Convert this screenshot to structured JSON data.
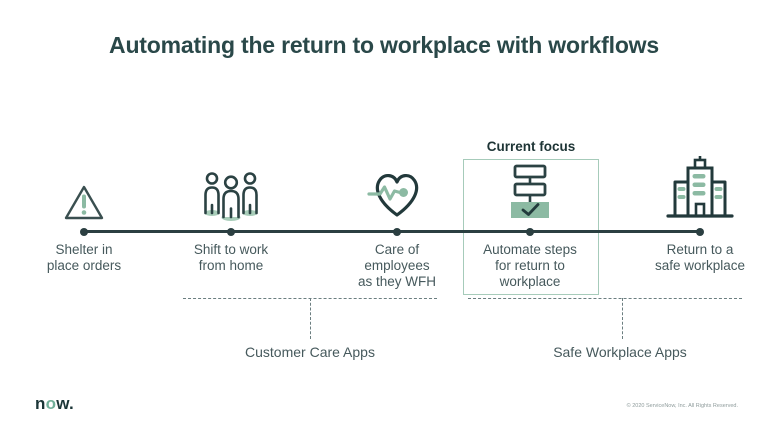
{
  "title": "Automating the return to workplace with workflows",
  "current_focus": {
    "label": "Current focus"
  },
  "timeline": {
    "nodes": [
      {
        "id": "shelter-in-place-orders",
        "icon": "warning-triangle-icon",
        "label": "Shelter in\nplace orders"
      },
      {
        "id": "shift-to-work-from-home",
        "icon": "people-group-icon",
        "label": "Shift to work\nfrom home"
      },
      {
        "id": "care-of-employees-wfh",
        "icon": "heart-pulse-icon",
        "label": "Care of\nemployees\nas they WFH"
      },
      {
        "id": "automate-return-steps",
        "icon": "workflow-check-icon",
        "label": "Automate steps\nfor return to\nworkplace",
        "highlighted": true
      },
      {
        "id": "return-safe-workplace",
        "icon": "building-icon",
        "label": "Return to a\nsafe workplace"
      }
    ]
  },
  "groups": [
    {
      "label": "Customer Care Apps"
    },
    {
      "label": "Safe Workplace Apps"
    }
  ],
  "footer": {
    "logo": {
      "part1": "n",
      "part2": "o",
      "part3": "w."
    },
    "copyright": "© 2020 ServiceNow, Inc. All Rights Reserved."
  },
  "colors": {
    "title_text": "#2a4849",
    "label_text": "#46595c",
    "line_dark": "#2b3f41",
    "accent_green": "#8cbaa3",
    "accent_green_light": "#a8cdb9",
    "focus_box_border": "#a6cbba"
  }
}
